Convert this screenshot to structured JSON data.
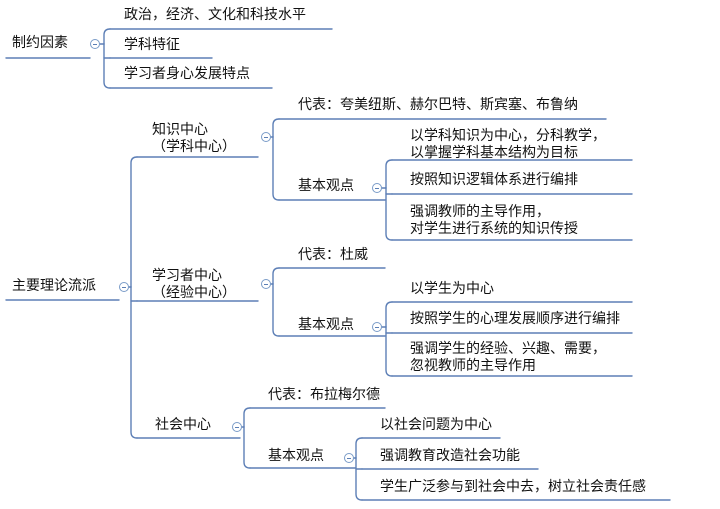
{
  "map": {
    "constraints": {
      "title": "制约因素",
      "items": [
        "政治，经济、文化和科技水平",
        "学科特征",
        "学习者身心发展特点"
      ]
    },
    "schools": {
      "title": "主要理论流派",
      "knowledge": {
        "title": "知识中心\n（学科中心）",
        "rep": "代表：夸美纽斯、赫尔巴特、斯宾塞、布鲁纳",
        "view_title": "基本观点",
        "views": [
          "以学科知识为中心，分科教学，\n以掌握学科基本结构为目标",
          "按照知识逻辑体系进行编排",
          "强调教师的主导作用，\n对学生进行系统的知识传授"
        ]
      },
      "learner": {
        "title": "学习者中心\n（经验中心）",
        "rep": "代表：杜威",
        "view_title": "基本观点",
        "views": [
          "以学生为中心",
          "按照学生的心理发展顺序进行编排",
          "强调学生的经验、兴趣、需要，\n忽视教师的主导作用"
        ]
      },
      "society": {
        "title": "社会中心",
        "rep": "代表：布拉梅尔德",
        "view_title": "基本观点",
        "views": [
          "以社会问题为中心",
          "强调教育改造社会功能",
          "学生广泛参与到社会中去，树立社会责任感"
        ]
      }
    }
  },
  "colors": {
    "line": "#5d7fb6",
    "text": "#111111"
  }
}
